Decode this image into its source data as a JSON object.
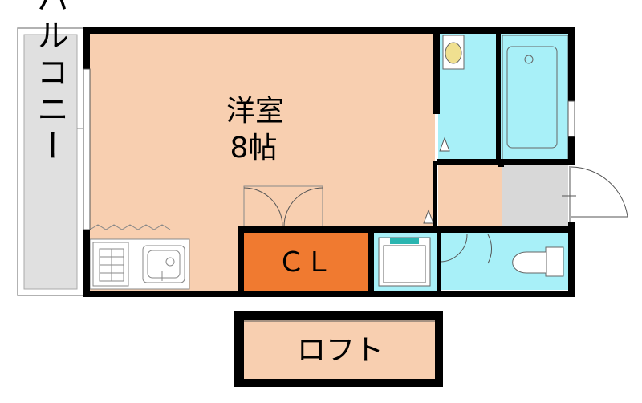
{
  "rooms": {
    "balcony": "バルコニー",
    "western_room_name": "洋室",
    "western_room_size": "8帖",
    "closet": "ＣＬ",
    "loft": "ロフト"
  },
  "colors": {
    "room": "#F8CFB0",
    "closet": "#F07A30",
    "wet_area": "#A8F0F8",
    "entrance": "#D8D8D8",
    "balcony": "#E0E0E0",
    "wall": "#000000"
  }
}
